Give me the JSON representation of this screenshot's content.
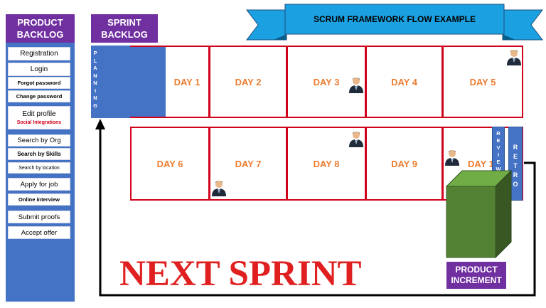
{
  "banner": {
    "title": "SCRUM FRAMEWORK FLOW EXAMPLE"
  },
  "product_backlog": {
    "title": "PRODUCT BACKLOG",
    "items": [
      {
        "label": "Registration",
        "sub": ""
      },
      {
        "label": "Login",
        "sub": ""
      },
      {
        "label": "Forgot password",
        "sub": ""
      },
      {
        "label": "Change password",
        "sub": ""
      },
      {
        "label": "Edit profile",
        "sub": "Social Integrations"
      },
      {
        "label": "Search by Org",
        "sub": ""
      },
      {
        "label": "Search by Skills",
        "sub": ""
      },
      {
        "label": "Search by location",
        "sub": ""
      },
      {
        "label": "Apply for job",
        "sub": ""
      },
      {
        "label": "Online interview",
        "sub": ""
      },
      {
        "label": "Submit proofs",
        "sub": ""
      },
      {
        "label": "Accept offer",
        "sub": ""
      }
    ]
  },
  "sprint_backlog": {
    "title": "SPRINT BACKLOG"
  },
  "planning": {
    "label": "PLANNING"
  },
  "days_row1": [
    "DAY 1",
    "DAY 2",
    "DAY 3",
    "DAY 4",
    "DAY 5"
  ],
  "days_row2": [
    "DAY 6",
    "DAY 7",
    "DAY 8",
    "DAY 9",
    "DAY 10"
  ],
  "review": {
    "label": "REVIEW"
  },
  "retro": {
    "label": "RETRO"
  },
  "next_sprint": {
    "label": "NEXT SPRINT"
  },
  "product_increment": {
    "title": "PRODUCT INCREMENT"
  },
  "colors": {
    "purple": "#7030a0",
    "blue": "#4472c4",
    "day_border": "#d0021b",
    "day_text": "#ed7d31",
    "next_sprint": "#e02020",
    "ribbon": "#1ba1e2",
    "cube": "#548235"
  }
}
